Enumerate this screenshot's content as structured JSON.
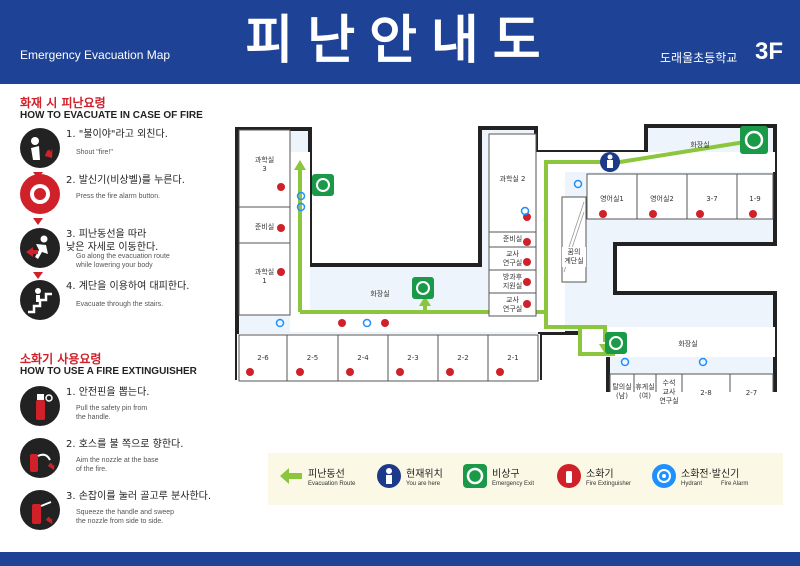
{
  "header": {
    "title": "피난안내도",
    "subtitle": "Emergency Evacuation Map",
    "school": "도래울초등학교",
    "floor": "3F"
  },
  "fire_section": {
    "title_ko": "화재 시 피난요령",
    "title_en": "HOW TO EVACUATE IN CASE OF FIRE",
    "steps": [
      {
        "ko": "1. \"불이야\"라고 외친다.",
        "en": "Shout \"fire!\"",
        "icon": "shout-fire-icon"
      },
      {
        "ko": "2. 발신기(비상벨)를 누른다.",
        "en": "Press the fire alarm button.",
        "icon": "fire-alarm-button-icon"
      },
      {
        "ko": "3. 피난동선을 따라\n    낮은 자세로 이동한다.",
        "en": "Go along the evacuation route\nwhile lowering your body",
        "icon": "crouch-escape-icon"
      },
      {
        "ko": "4. 계단을 이용하여 대피한다.",
        "en": "Evacuate through the stairs.",
        "icon": "stairs-escape-icon"
      }
    ]
  },
  "extinguisher_section": {
    "title_ko": "소화기 사용요령",
    "title_en": "HOW TO USE A FIRE EXTINGUISHER",
    "steps": [
      {
        "ko": "1. 안전핀을 뽑는다.",
        "en": "Pull the safety pin from\nthe handle.",
        "icon": "pull-pin-icon"
      },
      {
        "ko": "2. 호스를 불 쪽으로 향한다.",
        "en": "Aim the nozzle at the base\nof the fire.",
        "icon": "aim-nozzle-icon"
      },
      {
        "ko": "3. 손잡이를 눌러 골고루 분사한다.",
        "en": "Squeeze the handle and sweep\nthe nozzle from side to side.",
        "icon": "squeeze-handle-icon"
      }
    ]
  },
  "map": {
    "rooms": {
      "sci3": "과학실\n3",
      "prep1": "준비실",
      "sci1": "과학실\n1",
      "restroom_a": "화장실",
      "r26": "2-6",
      "r25": "2-5",
      "r24": "2-4",
      "r23": "2-3",
      "r22": "2-2",
      "r21": "2-1",
      "sci2": "과학실 2",
      "prep2": "준비실",
      "teacher_a": "교사\n연구실",
      "after": "방과후\n지원실",
      "teacher_b": "교사\n연구실",
      "dream_stair": "꿈의\n계단실",
      "eng1": "영어실1",
      "eng2": "영어실2",
      "r37": "3-7",
      "r19": "1-9",
      "restroom_b": "화장실",
      "restroom_c": "화장실",
      "changing_m": "탈의실\n(남)",
      "changing_f": "휴게실\n(여)",
      "math": "수석\n교사\n연구실",
      "r28": "2-8",
      "r27": "2-7"
    }
  },
  "legend": [
    {
      "ko": "피난동선",
      "en": "Evacuation Route",
      "icon": "evacuation-route-arrow-icon"
    },
    {
      "ko": "현재위치",
      "en": "You are here",
      "icon": "you-are-here-icon"
    },
    {
      "ko": "비상구",
      "en": "Emergency Exit",
      "icon": "emergency-exit-icon"
    },
    {
      "ko": "소화기",
      "en": "Fire Extinguisher",
      "icon": "fire-extinguisher-icon"
    },
    {
      "ko": "소화전·발신기",
      "en": "Hydrant",
      "en2": "Fire Alarm",
      "icon": "hydrant-alarm-icon"
    }
  ],
  "colors": {
    "header_blue": "#1d4296",
    "route_green": "#8cc63f",
    "exit_green": "#1a9a49",
    "alert_red": "#d0202a",
    "hydrant_blue": "#1e90ff"
  }
}
